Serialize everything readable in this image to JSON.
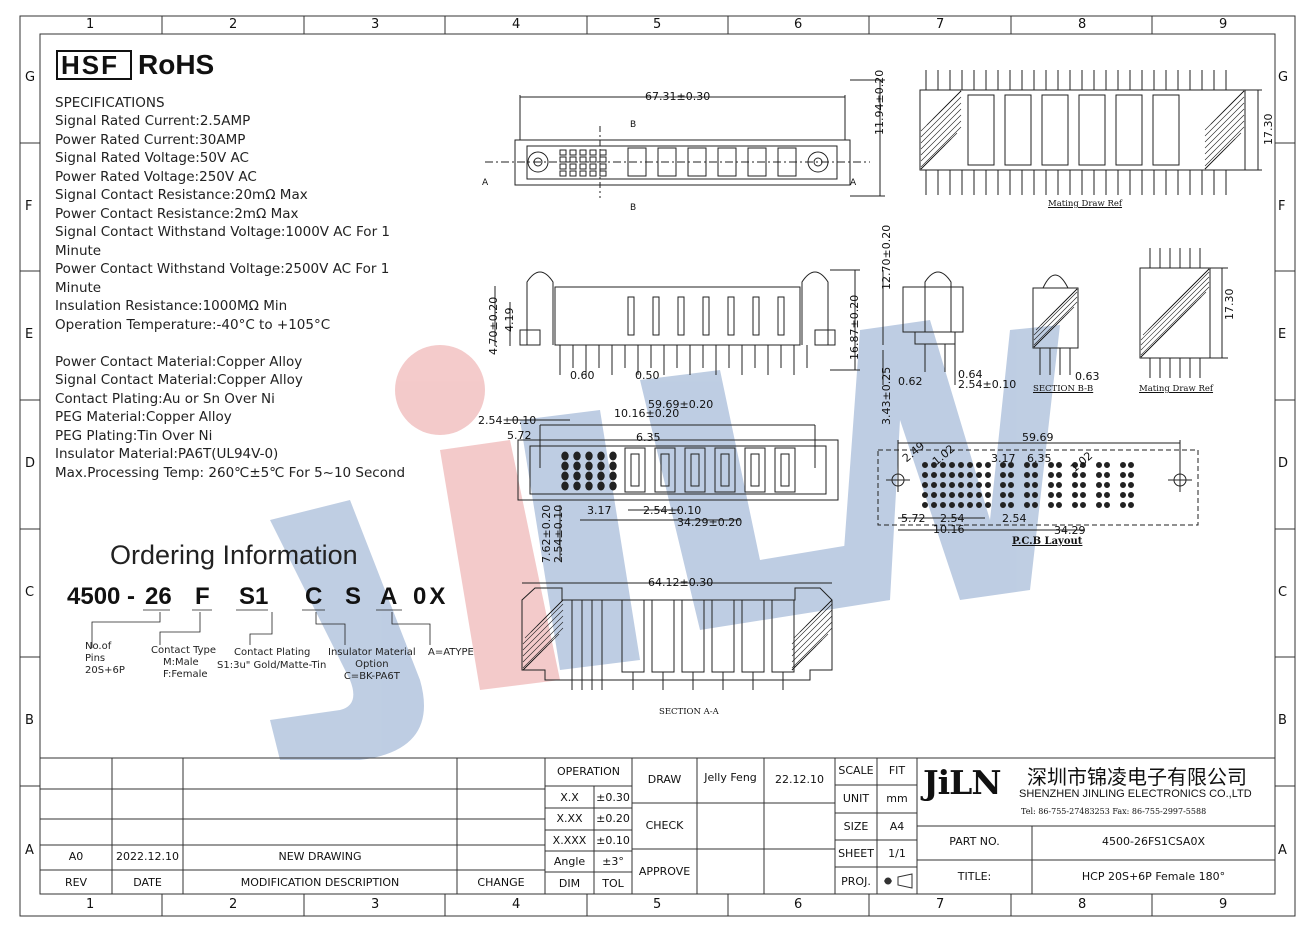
{
  "grid": {
    "columns": [
      "1",
      "2",
      "3",
      "4",
      "5",
      "6",
      "7",
      "8",
      "9"
    ],
    "rows": [
      "G",
      "F",
      "E",
      "D",
      "C",
      "B",
      "A"
    ]
  },
  "logos": {
    "hsf": "HSF",
    "rohs": "RoHS"
  },
  "specifications": {
    "title": "SPECIFICATIONS",
    "lines": [
      "Signal Rated Current:2.5AMP",
      "Power Rated Current:30AMP",
      "Signal Rated Voltage:50V AC",
      "Power Rated Voltage:250V AC",
      "Signal Contact Resistance:20mΩ Max",
      "Power Contact Resistance:2mΩ Max",
      "Signal Contact Withstand Voltage:1000V AC For 1",
      "Minute",
      "Power Contact Withstand Voltage:2500V AC For 1",
      "Minute",
      "Insulation Resistance:1000MΩ Min",
      "Operation Temperature:-40°C to +105°C",
      "",
      "Power Contact Material:Copper Alloy",
      "Signal Contact Material:Copper Alloy",
      "Contact Plating:Au or Sn Over Ni",
      "PEG Material:Copper Alloy",
      "PEG Plating:Tin Over Ni",
      "Insulator Material:PA6T(UL94V-0)",
      "Max.Processing Temp: 260℃±5℃ For 5~10 Second"
    ]
  },
  "ordering": {
    "title": "Ordering Information",
    "prefix": "4500 -",
    "codes": [
      "26",
      "F",
      "S1",
      "C",
      "S",
      "A",
      "0X"
    ],
    "notes": {
      "pins": [
        "No.of",
        "Pins",
        "20S+6P"
      ],
      "contact_type": [
        "Contact Type",
        "M:Male",
        "F:Female"
      ],
      "plating": [
        "Contact Plating",
        "S1:3u\" Gold/Matte-Tin"
      ],
      "insulator": [
        "Insulator Material",
        "Option",
        "C=BK-PA6T"
      ],
      "type": "A=ATYPE"
    }
  },
  "dimensions": {
    "top_width": "67.31±0.30",
    "top_height": "11.94±0.20",
    "side_height": "16.87±0.20",
    "side_470": "4.70±0.20",
    "side_419": "4.19",
    "pitch_060": "0.60",
    "pitch_050": "0.50",
    "end_1270": "12.70±0.20",
    "end_343": "3.43±0.25",
    "end_062": "0.62",
    "end_064": "0.64",
    "end_254": "2.54±0.10",
    "b_063": "0.63",
    "b_1730": "17.30",
    "g_1730": "17.30",
    "bot_5969": "59.69±0.20",
    "bot_1016": "10.16±0.20",
    "bot_254": "2.54±0.10",
    "bot_572": "5.72",
    "bot_635": "6.35",
    "bot_317": "3.17",
    "bot_254b": "2.54±0.10",
    "bot_3429": "34.29±0.20",
    "bot_762": "7.62±0.20",
    "bot_254c": "2.54±0.10",
    "pcb_5969": "59.69",
    "pcb_249": "2.49",
    "pcb_102a": "1.02",
    "pcb_317": "3.17",
    "pcb_635": "6.35",
    "pcb_102b": "1.02",
    "pcb_572": "5.72",
    "pcb_254a": "2.54",
    "pcb_254b": "2.54",
    "pcb_1016": "10.16",
    "pcb_3429": "34.29",
    "sec_6412": "64.12±0.30",
    "section_a": "A",
    "section_b": "B"
  },
  "captions": {
    "mating_ref_1": "Mating Draw Ref",
    "section_bb": "SECTION B-B",
    "mating_ref_2": "Mating Draw Ref",
    "pcb_layout": "P.C.B Layout",
    "section_aa": "SECTION A-A"
  },
  "watermark": "JiLN",
  "title_block": {
    "revision": {
      "rev": "A0",
      "date": "2022.12.10",
      "description": "NEW DRAWING",
      "headers": [
        "REV",
        "DATE",
        "MODIFICATION DESCRIPTION",
        "CHANGE"
      ]
    },
    "tolerance": {
      "title": "OPERATION",
      "rows": [
        [
          "X.X",
          "±0.30"
        ],
        [
          "X.XX",
          "±0.20"
        ],
        [
          "X.XXX",
          "±0.10"
        ],
        [
          "Angle",
          "±3°"
        ]
      ],
      "footer": [
        "DIM",
        "TOL"
      ]
    },
    "approvals": {
      "draw": "DRAW",
      "drawer": "Jelly Feng",
      "draw_date": "22.12.10",
      "check": "CHECK",
      "approve": "APPROVE"
    },
    "scale": [
      [
        "SCALE",
        "FIT"
      ],
      [
        "UNIT",
        "mm"
      ],
      [
        "SIZE",
        "A4"
      ],
      [
        "SHEET",
        "1/1"
      ],
      [
        "PROJ.",
        ""
      ]
    ],
    "company": {
      "logo": "JiLN",
      "name_cn": "深圳市锦凌电子有限公司",
      "name_en": "SHENZHEN JINLING ELECTRONICS CO.,LTD",
      "contact": "Tel: 86-755-27483253 Fax: 86-755-2997-5588"
    },
    "part_no_label": "PART NO.",
    "part_no": "4500-26FS1CSA0X",
    "title_label": "TITLE:",
    "title": "HCP 20S+6P Female 180°"
  },
  "colors": {
    "watermark_blue": "#a9bdda",
    "watermark_red": "#f0b9b9",
    "line": "#333333"
  }
}
